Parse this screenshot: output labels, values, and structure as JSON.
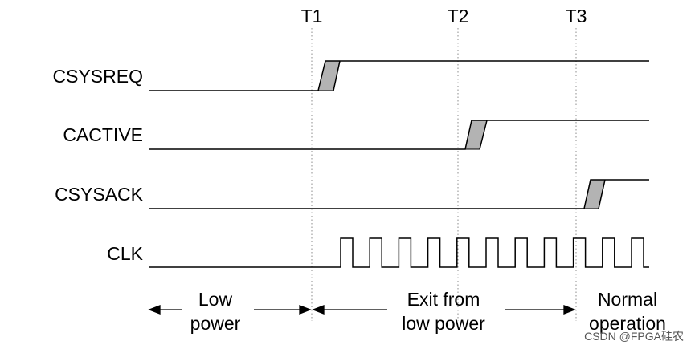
{
  "markers": [
    {
      "id": "t1",
      "label": "T1"
    },
    {
      "id": "t2",
      "label": "T2"
    },
    {
      "id": "t3",
      "label": "T3"
    }
  ],
  "signals": [
    {
      "id": "csysreq",
      "label": "CSYSREQ"
    },
    {
      "id": "cactive",
      "label": "CACTIVE"
    },
    {
      "id": "csysack",
      "label": "CSYSACK"
    },
    {
      "id": "clk",
      "label": "CLK"
    }
  ],
  "phases": [
    {
      "id": "low-power",
      "lines": [
        "Low",
        "power"
      ]
    },
    {
      "id": "exit-low-power",
      "lines": [
        "Exit from",
        "low power"
      ]
    },
    {
      "id": "normal-operation",
      "lines": [
        "Normal",
        "operation"
      ]
    }
  ],
  "watermark": "CSDN @FPGA硅农",
  "colors": {
    "line": "#000000",
    "transition_fill": "#b3b3b3",
    "marker_line": "#8c8c8c"
  }
}
